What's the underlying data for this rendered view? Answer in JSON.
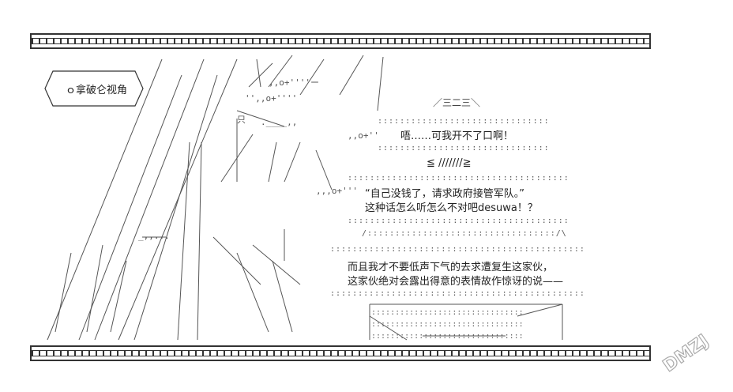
{
  "panel": {
    "label": "ｏ拿破仑视角",
    "header_ascii": "／三二三＼",
    "line1": "唔……可我开不了口啊！",
    "line2": "≦ ///////≧",
    "line3": "“自己没钱了，请求政府接管军队。”",
    "line4": "这种话怎么听怎么不对吧desuwa！？",
    "line5": "而且我才不要低声下气的去求遭复生这家伙，",
    "line6": "这家伙绝对会露出得意的表情故作惊讶的说——"
  },
  "watermark": {
    "text": "DMZJ",
    "color": "#aaaaaa"
  }
}
